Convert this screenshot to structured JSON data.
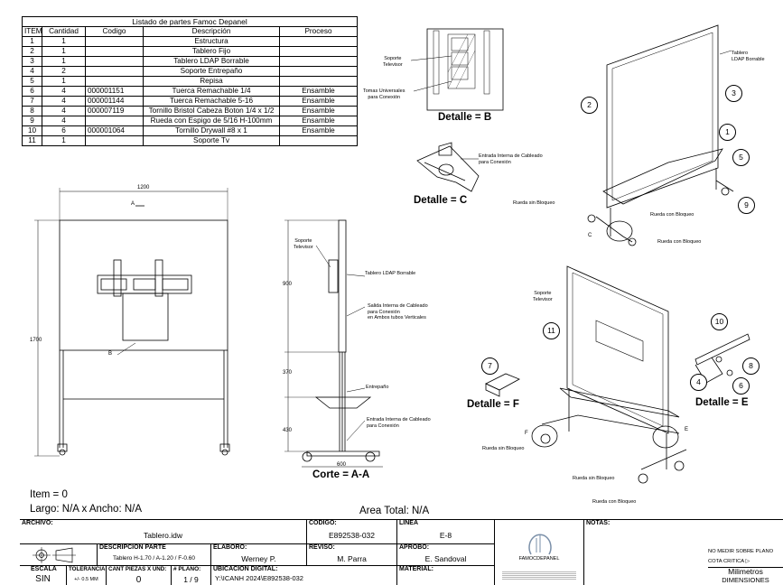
{
  "parts_list": {
    "title": "Listado de partes Famoc Depanel",
    "headers": [
      "ITEM",
      "Cantidad",
      "Codigo",
      "Descripción",
      "Proceso"
    ],
    "rows": [
      [
        "1",
        "1",
        "",
        "Estructura",
        ""
      ],
      [
        "2",
        "1",
        "",
        "Tablero Fijo",
        ""
      ],
      [
        "3",
        "1",
        "",
        "Tablero LDAP Borrable",
        ""
      ],
      [
        "4",
        "2",
        "",
        "Soporte Entrepaño",
        ""
      ],
      [
        "5",
        "1",
        "",
        "Repisa",
        ""
      ],
      [
        "6",
        "4",
        "000001151",
        "Tuerca Remachable 1/4",
        "Ensamble"
      ],
      [
        "7",
        "4",
        "000001144",
        "Tuerca Remachable 5-16",
        "Ensamble"
      ],
      [
        "8",
        "4",
        "000007119",
        "Tornillo Bristol Cabeza Boton 1/4 x 1/2",
        "Ensamble"
      ],
      [
        "9",
        "4",
        "",
        "Rueda con Espigo de 5/16 H-100mm",
        "Ensamble"
      ],
      [
        "10",
        "6",
        "000001064",
        "Tornillo Drywall  #8 x 1",
        "Ensamble"
      ],
      [
        "11",
        "1",
        "",
        "Soporte Tv",
        ""
      ]
    ]
  },
  "details": {
    "b_title": "Detalle = B",
    "c_title": "Detalle = C",
    "e_title": "Detalle = E",
    "f_title": "Detalle = F",
    "b_soporte": "Soporte\nTelevisor",
    "b_tomas": "Tomas Universales\npara Conexión",
    "c_entrada": "Entrada Interna de Cableado\npara Conexión"
  },
  "front_view": {
    "dim_width": "1200",
    "dim_height": "1700",
    "label_a": "A",
    "label_b": "B"
  },
  "side_view": {
    "soporte": "Soporte\nTelevisor",
    "tablero": "Tablero LDAP Borrable",
    "salida": "Salida Interna de Cableado\npara Conexión\nen Ambos tubos Verticales",
    "entrepano": "Entrepaño",
    "entrada": "Entrada Interna de Cableado\npara Conexión",
    "dim_900": "900",
    "dim_370": "370",
    "dim_430": "430",
    "dim_600": "600",
    "corte": "Corte = A-A"
  },
  "iso_top": {
    "tablero": "Tablero\nLDAP Borrable",
    "rueda_sin": "Rueda sin Bloqueo",
    "rueda_con_1": "Rueda con Bloqueo",
    "rueda_con_2": "Rueda con Bloqueo",
    "label_c": "C",
    "bubbles": [
      "2",
      "3",
      "1",
      "5",
      "9"
    ]
  },
  "iso_bottom": {
    "soporte": "Soporte\nTelevisor",
    "rueda_sin_1": "Rueda sin Bloqueo",
    "rueda_sin_2": "Rueda sin Bloqueo",
    "rueda_con": "Rueda con Bloqueo",
    "label_f": "F",
    "label_e": "E",
    "bubbles": [
      "11",
      "7",
      "10",
      "8",
      "4",
      "6"
    ]
  },
  "summary": {
    "item": "Item = 0",
    "largo": "Largo: N/A x Ancho: N/A",
    "area": "Area Total: N/A"
  },
  "title_block": {
    "archivo_head": "ARCHIVO:",
    "archivo": "Tablero.idw",
    "codigo_head": "CODIGO:",
    "codigo": "E892538-032",
    "linea_head": "LINEA",
    "linea": "E-8",
    "notas_head": "NOTAS:",
    "descripcion_head": "DESCRIPCION PARTE",
    "descripcion": "Tablero H-1.70 / A-1.20 / F-0.60",
    "elaboro_head": "ELABORO:",
    "elaboro": "Werney P.",
    "reviso_head": "REVISO:",
    "reviso": "M. Parra",
    "aprobo_head": "APROBO:",
    "aprobo": "E. Sandoval",
    "escala_head": "ESCALA",
    "escala": "SIN",
    "tolerancia_head": "TOLERANCIA",
    "tolerancia": "+/- 0.5 MM",
    "cant_head": "CANT PIEZAS X UND:",
    "cant": "0",
    "plano_head": "# PLANO:",
    "plano": "1 / 9",
    "ubicacion_head": "UBICACION DIGITAL:",
    "ubicacion": "Y:\\ICANH 2024\\E892538-032",
    "material_head": "MATERIAL:",
    "logo": "FAMOCDEPANEL",
    "no_medir": "NO MEDIR SOBRE PLANO",
    "cota": "COTA CRITICA",
    "unidades": "Milimetros",
    "dimensiones": "DIMENSIONES"
  }
}
